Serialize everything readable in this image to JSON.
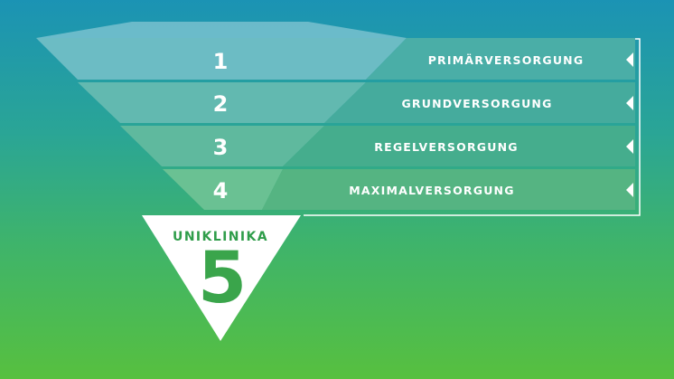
{
  "levels": [
    {
      "number": "1",
      "label": "PRIMÄRVERSORGUNG"
    },
    {
      "number": "2",
      "label": "GRUNDVERSORGUNG"
    },
    {
      "number": "3",
      "label": "REGELVERSORGUNG"
    },
    {
      "number": "4",
      "label": "MAXIMALVERSORGUNG"
    }
  ],
  "tip": {
    "label": "UNIKLINIKA",
    "number": "5"
  },
  "colors": {
    "tip_label": "#2f9d4a",
    "tip_number": "#3aa54b",
    "tip_fill": "#ffffff"
  }
}
